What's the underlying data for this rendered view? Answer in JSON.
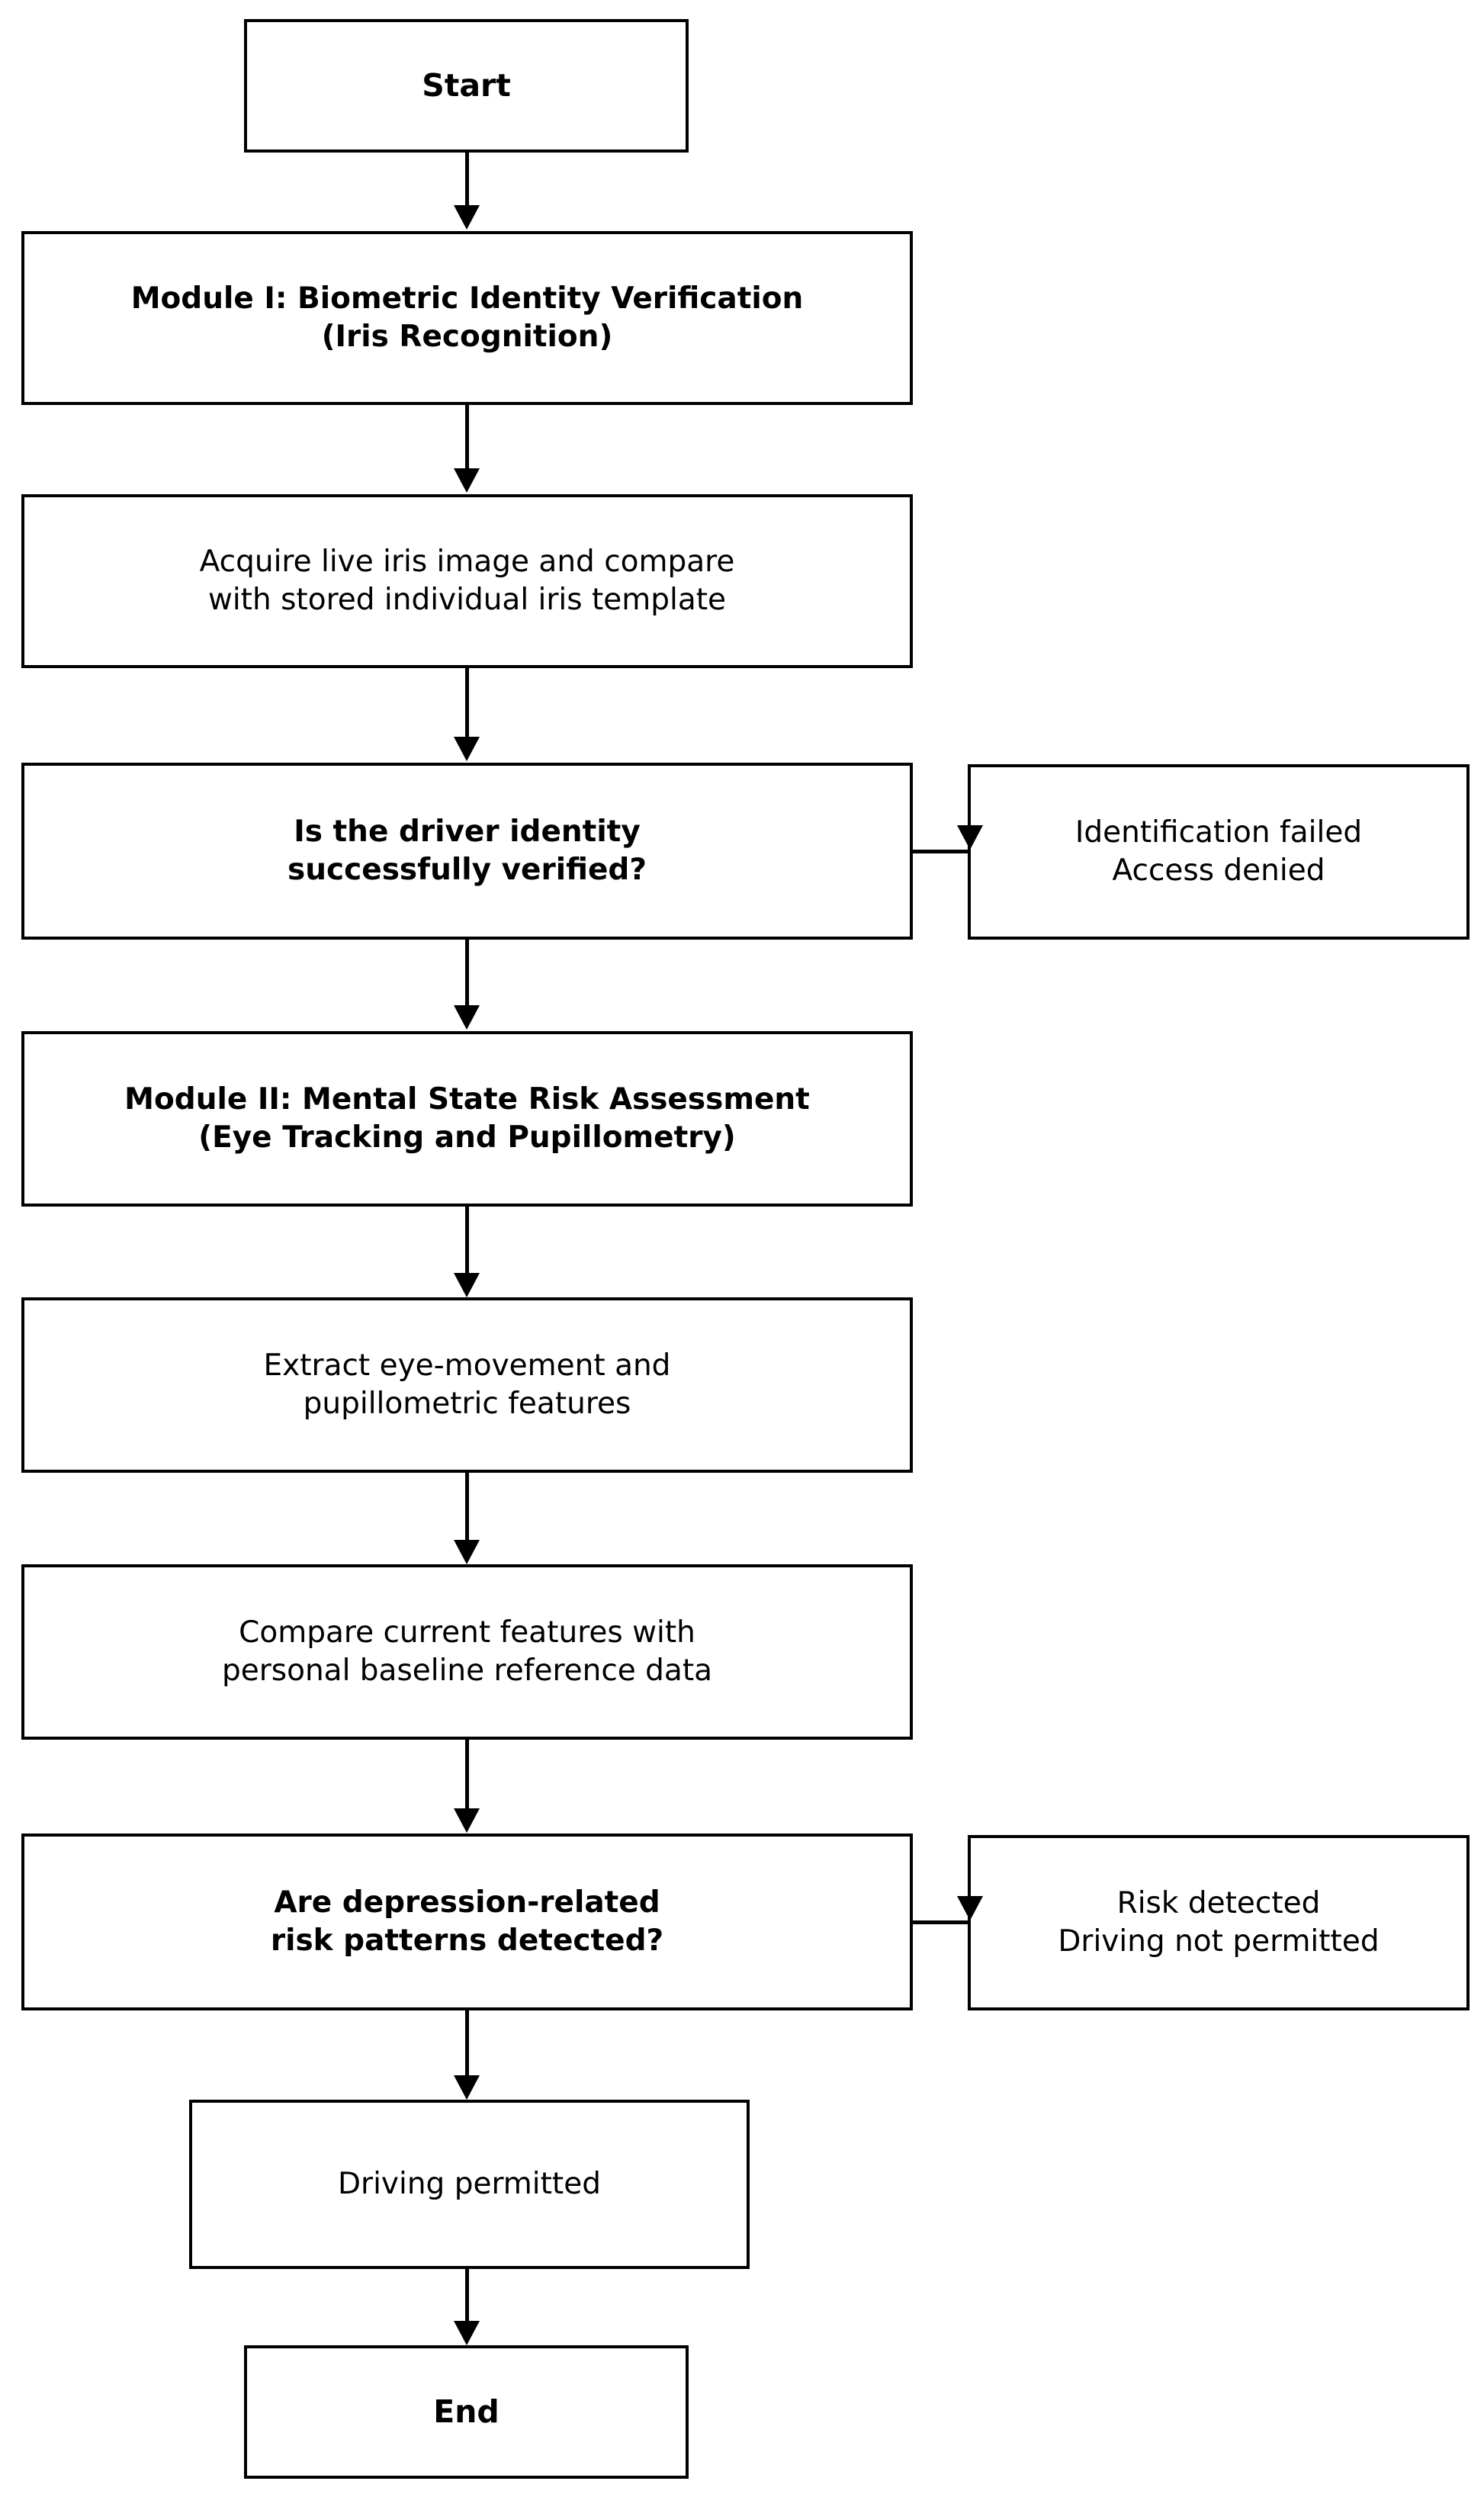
{
  "diagram": {
    "title": "Driver identity verification and mental state risk assessment flowchart",
    "background_color": "#ffffff",
    "line_color": "#000000",
    "text_color": "#000000",
    "nodes": [
      {
        "id": "start",
        "label": "Start",
        "shape": "rectangle",
        "emphasis": "bold",
        "column": "main-narrow"
      },
      {
        "id": "module1",
        "label": "Module I: Biometric Identity Verification\n(Iris Recognition)",
        "shape": "rectangle",
        "emphasis": "bold",
        "column": "main-wide"
      },
      {
        "id": "acquire",
        "label": "Acquire live iris image and compare\nwith stored individual iris template",
        "shape": "rectangle",
        "emphasis": "normal",
        "column": "main-wide"
      },
      {
        "id": "decision1",
        "label": "Is the driver identity\nsuccessfully verified?",
        "shape": "rectangle",
        "emphasis": "bold",
        "column": "main-wide"
      },
      {
        "id": "idfailed",
        "label": "Identification failed\nAccess denied",
        "shape": "rectangle",
        "emphasis": "normal",
        "column": "right"
      },
      {
        "id": "module2",
        "label": "Module II: Mental State Risk Assessment\n(Eye Tracking and Pupillometry)",
        "shape": "rectangle",
        "emphasis": "bold",
        "column": "main-wide"
      },
      {
        "id": "extract",
        "label": "Extract eye-movement and\npupillometric features",
        "shape": "rectangle",
        "emphasis": "normal",
        "column": "main-wide"
      },
      {
        "id": "compare",
        "label": "Compare current features with\npersonal baseline reference data",
        "shape": "rectangle",
        "emphasis": "normal",
        "column": "main-wide"
      },
      {
        "id": "decision2",
        "label": "Are depression-related\nrisk patterns detected?",
        "shape": "rectangle",
        "emphasis": "bold",
        "column": "main-wide"
      },
      {
        "id": "riskdetected",
        "label": "Risk detected\nDriving not permitted",
        "shape": "rectangle",
        "emphasis": "normal",
        "column": "right"
      },
      {
        "id": "permitted",
        "label": "Driving permitted",
        "shape": "rectangle",
        "emphasis": "normal",
        "column": "main-narrow"
      },
      {
        "id": "end",
        "label": "End",
        "shape": "rectangle",
        "emphasis": "bold",
        "column": "main-narrow"
      }
    ],
    "edges": [
      {
        "from": "start",
        "to": "module1",
        "direction": "down"
      },
      {
        "from": "module1",
        "to": "acquire",
        "direction": "down"
      },
      {
        "from": "acquire",
        "to": "decision1",
        "direction": "down"
      },
      {
        "from": "decision1",
        "to": "idfailed",
        "direction": "right"
      },
      {
        "from": "decision1",
        "to": "module2",
        "direction": "down"
      },
      {
        "from": "module2",
        "to": "extract",
        "direction": "down"
      },
      {
        "from": "extract",
        "to": "compare",
        "direction": "down"
      },
      {
        "from": "compare",
        "to": "decision2",
        "direction": "down"
      },
      {
        "from": "decision2",
        "to": "riskdetected",
        "direction": "right"
      },
      {
        "from": "decision2",
        "to": "permitted",
        "direction": "down"
      },
      {
        "from": "permitted",
        "to": "end",
        "direction": "down"
      }
    ]
  }
}
